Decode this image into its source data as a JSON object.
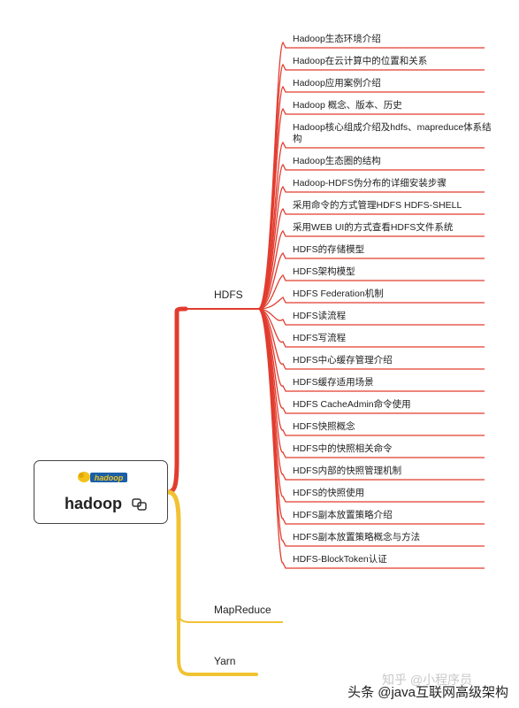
{
  "root": {
    "title": "hadoop",
    "logo_text": "hadoop"
  },
  "branches": [
    {
      "label": "HDFS",
      "color": "#e23c2f"
    },
    {
      "label": "MapReduce",
      "color": "#f1c232"
    },
    {
      "label": "Yarn",
      "color": "#f1c232"
    }
  ],
  "hdfs_children": [
    "Hadoop生态环境介绍",
    "Hadoop在云计算中的位置和关系",
    "Hadoop应用案例介绍",
    "Hadoop 概念、版本、历史",
    "Hadoop核心组成介绍及hdfs、mapreduce体系结构",
    "Hadoop生态圈的结构",
    "Hadoop-HDFS伪分布的详细安装步骤",
    "采用命令的方式管理HDFS HDFS-SHELL",
    "采用WEB UI的方式查看HDFS文件系统",
    "HDFS的存储模型",
    "HDFS架构模型",
    "HDFS Federation机制",
    "HDFS读流程",
    "HDFS写流程",
    "HDFS中心缓存管理介绍",
    "HDFS缓存适用场景",
    "HDFS CacheAdmin命令使用",
    "HDFS快照概念",
    "HDFS中的快照相关命令",
    "HDFS内部的快照管理机制",
    "HDFS的快照使用",
    "HDFS副本放置策略介绍",
    "HDFS副本放置策略概念与方法",
    "HDFS-BlockToken认证"
  ],
  "watermark": {
    "main": "头条 @java互联网高级架构",
    "faint": "知乎 @小程序员"
  }
}
